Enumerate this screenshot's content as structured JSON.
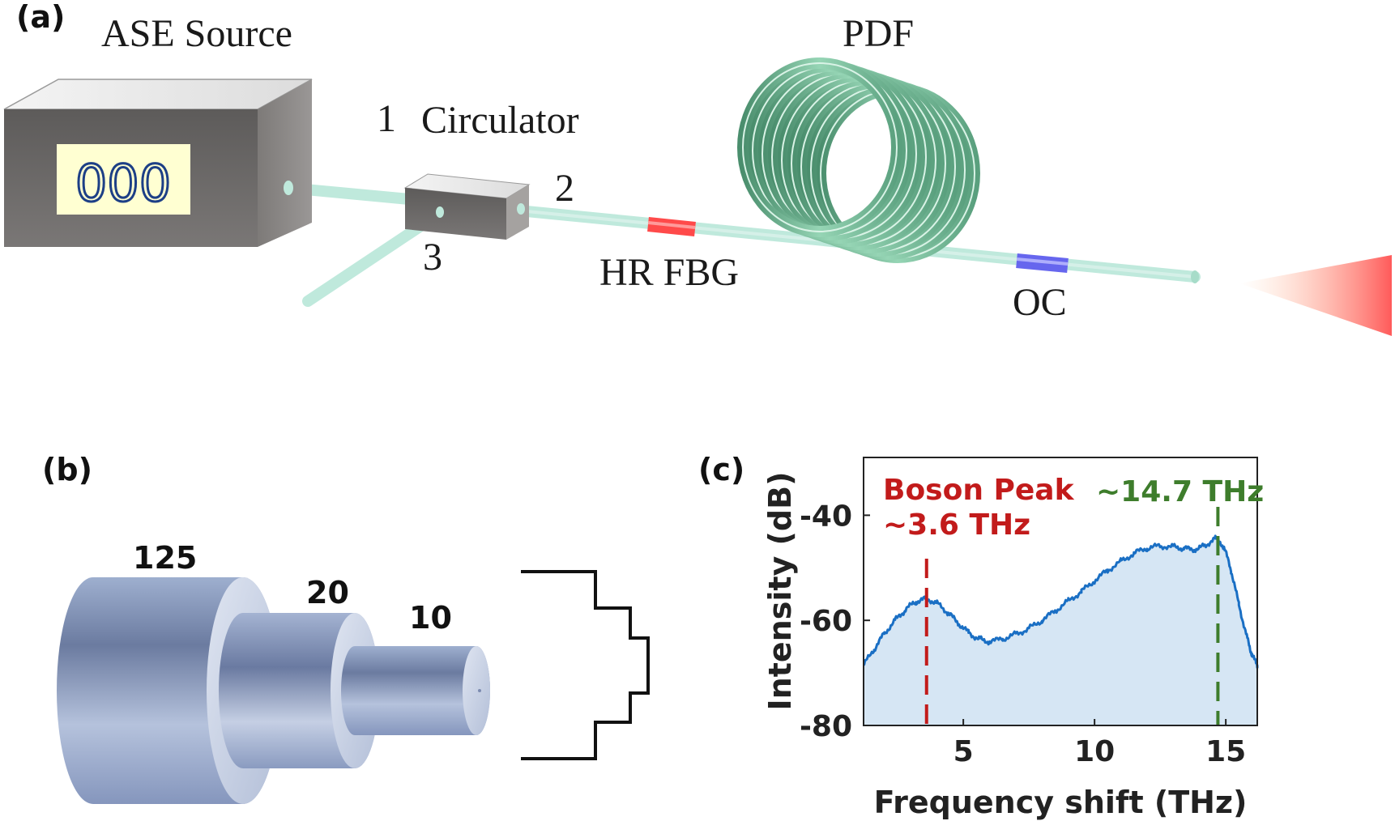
{
  "panel_a": {
    "panel_label": "(a)",
    "ase_source_label": "ASE Source",
    "display_digits": "000",
    "circulator_label": "Circulator",
    "port1_label": "1",
    "port2_label": "2",
    "port3_label": "3",
    "pdf_label": "PDF",
    "hr_fbg_label": "HR FBG",
    "oc_label": "OC",
    "colors": {
      "fiber": "#bfe9dc",
      "fbg": "#ff4a4a",
      "oc": "#6666ee",
      "coil": "#8fd0ae",
      "box": "#6b6866",
      "output": "#ff6b6b"
    }
  },
  "panel_b": {
    "panel_label": "(b)",
    "dim_outer": "125",
    "dim_middle": "20",
    "dim_inner": "10",
    "colors": {
      "cylinder": "#8a9cc2",
      "face": "#c9d2e6"
    }
  },
  "panel_c": {
    "panel_label": "(c)"
  },
  "chart_data": {
    "type": "area",
    "xlabel": "Frequency shift (THz)",
    "ylabel": "Intensity (dB)",
    "xlim": [
      1.2,
      16.2
    ],
    "ylim": [
      -80,
      -29
    ],
    "xticks": [
      "5",
      "10",
      "15"
    ],
    "xtick_values": [
      5,
      10,
      15
    ],
    "yticks": [
      "-40",
      "-60",
      "-80"
    ],
    "ytick_values": [
      -40,
      -60,
      -80
    ],
    "grid": false,
    "series": [
      {
        "color": "#1a6fc4",
        "fill": "#d6e6f4",
        "x": [
          1.2,
          1.6,
          2.0,
          2.4,
          2.8,
          3.2,
          3.6,
          4.0,
          4.4,
          4.8,
          5.2,
          5.6,
          6.0,
          6.5,
          7.0,
          7.5,
          8.0,
          8.5,
          9.0,
          9.5,
          10.0,
          10.5,
          11.0,
          11.5,
          12.0,
          12.5,
          13.0,
          13.4,
          13.8,
          14.2,
          14.6,
          14.9,
          15.2,
          15.5,
          15.8,
          16.0,
          16.2
        ],
        "y": [
          -68.5,
          -65.5,
          -62.5,
          -60.0,
          -58.0,
          -56.5,
          -56.0,
          -56.8,
          -58.5,
          -60.5,
          -62.3,
          -63.5,
          -64.0,
          -63.5,
          -62.6,
          -61.5,
          -60.0,
          -58.2,
          -56.3,
          -54.5,
          -52.5,
          -50.5,
          -48.8,
          -47.3,
          -46.3,
          -45.9,
          -46.0,
          -46.3,
          -46.5,
          -45.8,
          -44.5,
          -46.0,
          -50.5,
          -57.0,
          -63.0,
          -66.5,
          -68.5
        ]
      }
    ],
    "markers": [
      {
        "x": 3.6,
        "label_line1": "Boson Peak",
        "label_line2": "~3.6 THz",
        "color": "#c21b1b"
      },
      {
        "x": 14.7,
        "label_line1": "~14.7 THz",
        "color": "#3e7d2c"
      }
    ]
  }
}
